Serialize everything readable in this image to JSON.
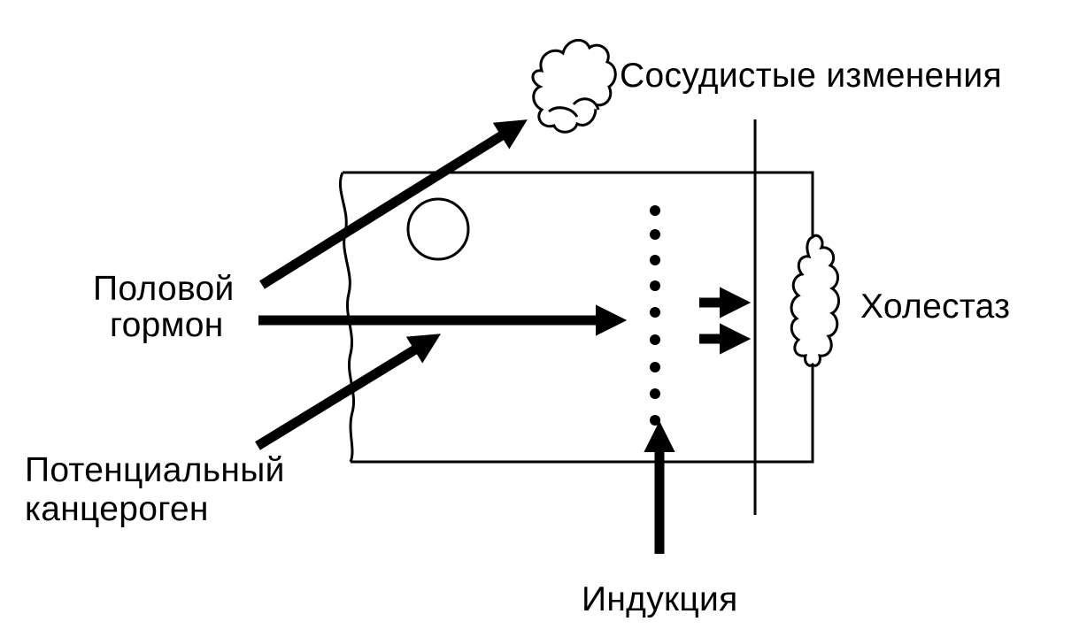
{
  "labels": {
    "vascular": "Сосудистые изменения",
    "sex_hormone_line1": "Половой",
    "sex_hormone_line2": "гормон",
    "carcinogen_line1": "Потенциальный",
    "carcinogen_line2": "канцероген",
    "cholestasis": "Холестаз",
    "induction": "Индукция"
  },
  "colors": {
    "ink": "#000000",
    "background": "#ffffff"
  }
}
